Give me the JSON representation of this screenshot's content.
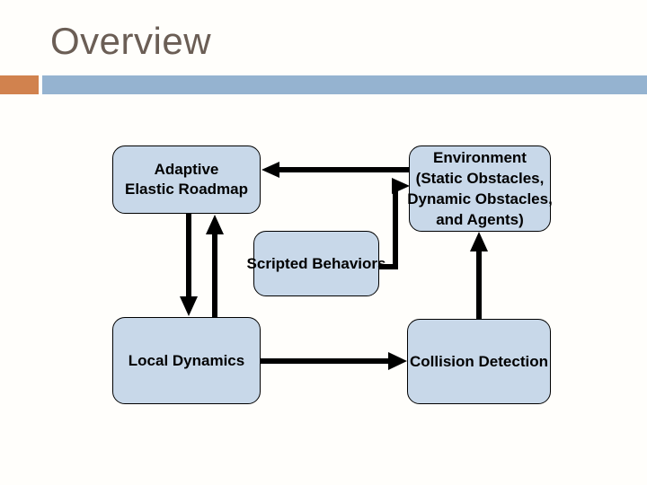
{
  "slide": {
    "title": "Overview",
    "title_color": "#6b5e55",
    "background_color": "#fffefb",
    "accent_bar": {
      "orange_color": "#d1824e",
      "blue_color": "#95b3d0"
    }
  },
  "diagram": {
    "box_fill_color": "#c8d8e9",
    "box_border_color": "#000000",
    "arrow_color": "#000000",
    "nodes": {
      "adaptive_elastic_roadmap": {
        "lines": [
          "Adaptive",
          "Elastic Roadmap"
        ]
      },
      "environment": {
        "lines": [
          "Environment",
          "(Static Obstacles,",
          "Dynamic Obstacles,",
          "and Agents)"
        ]
      },
      "scripted_behaviors": {
        "lines": [
          "Scripted Behaviors"
        ]
      },
      "local_dynamics": {
        "lines": [
          "Local Dynamics"
        ]
      },
      "collision_detection": {
        "lines": [
          "Collision Detection"
        ]
      }
    },
    "edges": [
      {
        "from": "environment",
        "to": "adaptive_elastic_roadmap"
      },
      {
        "from": "scripted_behaviors",
        "to": "environment"
      },
      {
        "from": "adaptive_elastic_roadmap",
        "to": "local_dynamics"
      },
      {
        "from": "local_dynamics",
        "to": "adaptive_elastic_roadmap"
      },
      {
        "from": "local_dynamics",
        "to": "collision_detection"
      },
      {
        "from": "collision_detection",
        "to": "environment"
      }
    ]
  }
}
